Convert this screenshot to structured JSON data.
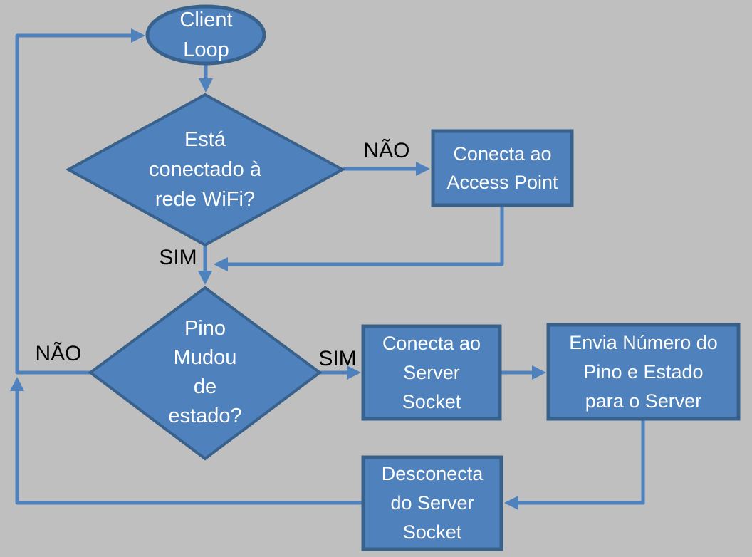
{
  "diagram": {
    "colors": {
      "background": "#bfbfbf",
      "shape_fill": "#4f81bd",
      "shape_border": "#38618c",
      "connector": "#4f81bd",
      "text_light": "#ffffff",
      "label_text": "#000000"
    },
    "nodes": {
      "client_loop": {
        "type": "ellipse",
        "label": "Client\nLoop"
      },
      "wifi_decision": {
        "type": "decision",
        "label": "Está\nconectado à\nrede WiFi?"
      },
      "connect_ap": {
        "type": "process",
        "label": "Conecta ao\nAccess Point"
      },
      "pin_decision": {
        "type": "decision",
        "label": "Pino\nMudou\nde\nestado?"
      },
      "connect_server": {
        "type": "process",
        "label": "Conecta ao\nServer\nSocket"
      },
      "send_pin": {
        "type": "process",
        "label": "Envia Número do\nPino e Estado\npara o Server"
      },
      "disconnect_server": {
        "type": "process",
        "label": "Desconecta\ndo Server\nSocket"
      }
    },
    "edge_labels": {
      "wifi_no": "NÃO",
      "wifi_yes": "SIM",
      "pin_yes": "SIM",
      "pin_no": "NÃO"
    },
    "edges": [
      {
        "from": "client_loop",
        "to": "wifi_decision",
        "label": ""
      },
      {
        "from": "wifi_decision",
        "to": "connect_ap",
        "label": "NÃO"
      },
      {
        "from": "wifi_decision",
        "to": "pin_decision",
        "label": "SIM"
      },
      {
        "from": "connect_ap",
        "to": "pin_decision",
        "label": ""
      },
      {
        "from": "pin_decision",
        "to": "connect_server",
        "label": "SIM"
      },
      {
        "from": "pin_decision",
        "to": "client_loop",
        "label": "NÃO"
      },
      {
        "from": "connect_server",
        "to": "send_pin",
        "label": ""
      },
      {
        "from": "send_pin",
        "to": "disconnect_server",
        "label": ""
      },
      {
        "from": "disconnect_server",
        "to": "client_loop",
        "label": ""
      }
    ]
  }
}
